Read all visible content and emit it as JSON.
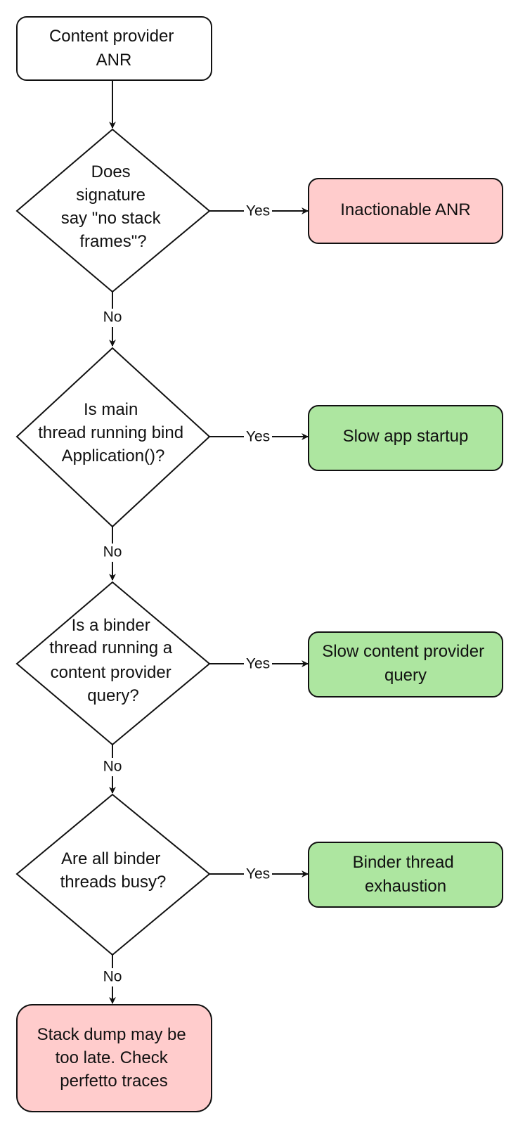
{
  "colors": {
    "stroke": "#111111",
    "start_fill": "#ffffff",
    "decision_fill": "#ffffff",
    "negative_fill": "#ffcccc",
    "positive_fill": "#ade6a0"
  },
  "nodes": {
    "start": {
      "lines": [
        "Content provider",
        "ANR"
      ]
    },
    "decision_1": {
      "lines": [
        "Does",
        "signature",
        "say \"no stack",
        "frames\"?"
      ]
    },
    "decision_2": {
      "lines": [
        "Is main",
        "thread running bind",
        "Application()?"
      ]
    },
    "decision_3": {
      "lines": [
        "Is a binder",
        "thread running a",
        "content provider",
        "query?"
      ]
    },
    "decision_4": {
      "lines": [
        "Are all binder",
        "threads busy?"
      ]
    },
    "outcome_1": {
      "lines": [
        "Inactionable ANR"
      ]
    },
    "outcome_2": {
      "lines": [
        "Slow app startup"
      ]
    },
    "outcome_3": {
      "lines": [
        "Slow content provider",
        "query"
      ]
    },
    "outcome_4": {
      "lines": [
        "Binder thread",
        "exhaustion"
      ]
    },
    "final": {
      "lines": [
        "Stack dump may be",
        "too late. Check",
        "perfetto traces"
      ]
    }
  },
  "edges": {
    "yes_label": "Yes",
    "no_label": "No"
  }
}
